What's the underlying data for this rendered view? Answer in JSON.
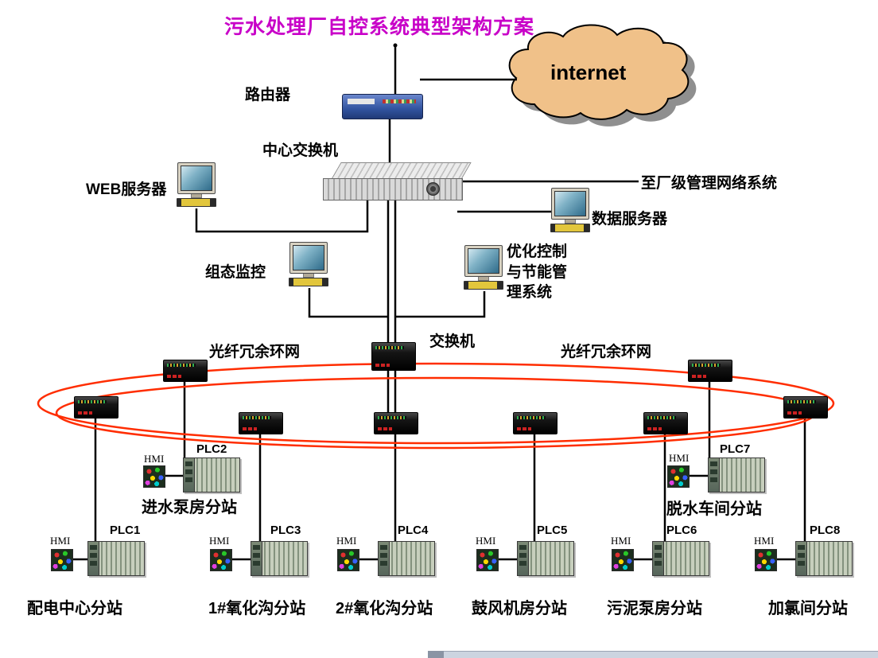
{
  "title": "污水处理厂自控系统典型架构方案",
  "internet_label": "internet",
  "labels": {
    "router": "路由器",
    "central_switch": "中心交换机",
    "web_server": "WEB服务器",
    "data_server": "数据服务器",
    "plant_network": "至厂级管理网络系统",
    "scada": "组态监控",
    "optimization": "优化控制\n与节能管\n理系统",
    "ring_switch": "交换机",
    "fiber_ring_left": "光纤冗余环网",
    "fiber_ring_right": "光纤冗余环网"
  },
  "upper_stations": [
    {
      "hmi_label": "HMI",
      "plc_label": "PLC2",
      "name": "进水泵房分站"
    },
    {
      "hmi_label": "HMI",
      "plc_label": "PLC7",
      "name": "脱水车间分站"
    }
  ],
  "bottom_stations": [
    {
      "hmi_label": "HMI",
      "plc_label": "PLC1",
      "name": "配电中心分站"
    },
    {
      "hmi_label": "HMI",
      "plc_label": "PLC3",
      "name": "1#氧化沟分站"
    },
    {
      "hmi_label": "HMI",
      "plc_label": "PLC4",
      "name": "2#氧化沟分站"
    },
    {
      "hmi_label": "HMI",
      "plc_label": "PLC5",
      "name": "鼓风机房分站"
    },
    {
      "hmi_label": "HMI",
      "plc_label": "PLC6",
      "name": "污泥泵房分站"
    },
    {
      "hmi_label": "HMI",
      "plc_label": "PLC8",
      "name": "加氯间分站"
    }
  ],
  "colors": {
    "title": "#c800c8",
    "fiber_ring": "#ff2d00",
    "cloud_fill": "#f0c189"
  }
}
